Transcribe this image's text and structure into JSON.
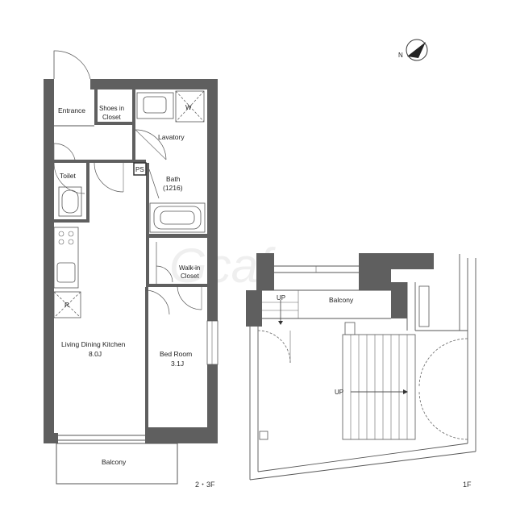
{
  "compass": {
    "label": "N"
  },
  "floor_23": {
    "label": "2・3F",
    "rooms": {
      "entrance": "Entrance",
      "shoes_closet_1": "Shoes in",
      "shoes_closet_2": "Closet",
      "lavatory": "Lavatory",
      "washer": "W",
      "toilet": "Toilet",
      "ps": "PS",
      "bath_1": "Bath",
      "bath_2": "(1216)",
      "walkin_1": "Walk-in",
      "walkin_2": "Closet",
      "fridge": "R",
      "ldk_1": "Living Dining Kitchen",
      "ldk_2": "8.0J",
      "bedroom_1": "Bed Room",
      "bedroom_2": "3.1J",
      "balcony": "Balcony"
    }
  },
  "floor_1": {
    "label": "1F",
    "balcony": "Balcony",
    "up_1": "UP",
    "up_2": "UP"
  }
}
